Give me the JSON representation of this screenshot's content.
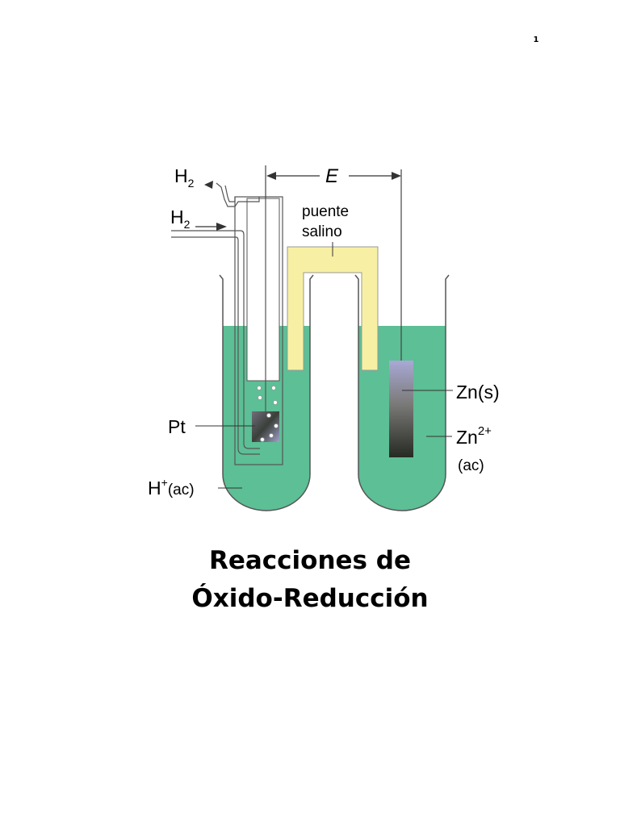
{
  "page": {
    "number": "1"
  },
  "figure": {
    "labels": {
      "h2_out": "H",
      "h2_out_sub": "2",
      "h2_in": "H",
      "h2_in_sub": "2",
      "potential": "E",
      "salt_bridge_line1": "puente",
      "salt_bridge_line2": "salino",
      "pt": "Pt",
      "h_plus": "H",
      "h_plus_sup": "+",
      "h_plus_state": "(ac)",
      "zn_solid": "Zn(s)",
      "zn_ion": "Zn",
      "zn_ion_sup": "2+",
      "zn_ion_state": "(ac)"
    },
    "colors": {
      "solution": "#5cbf95",
      "salt_bridge": "#f7f0a4",
      "glass": "#555555"
    }
  },
  "title": {
    "line1": "Reacciones de",
    "line2": "Óxido-Reducción"
  }
}
